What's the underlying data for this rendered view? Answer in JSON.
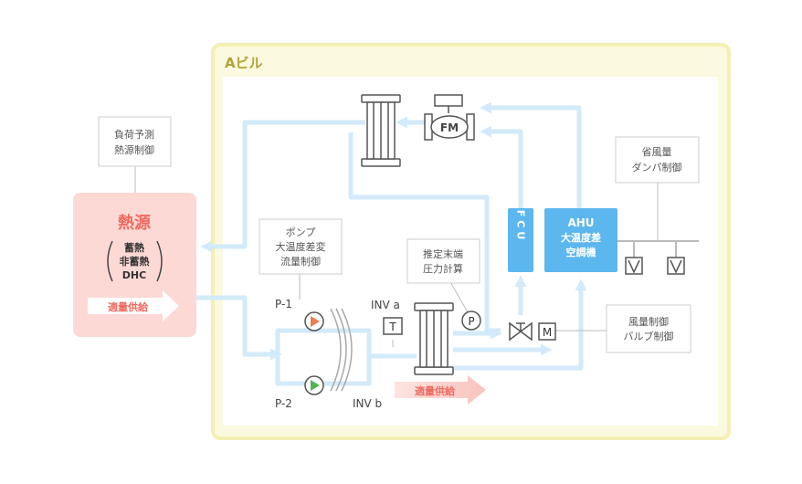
{
  "building": {
    "label": "Aビル"
  },
  "heat_source": {
    "title": "熱源",
    "lines": [
      "蓄熱",
      "非蓄熱",
      "DHC"
    ],
    "supply_label": "適量供給"
  },
  "load_forecast": {
    "lines": [
      "負荷予測",
      "熱源制御"
    ]
  },
  "pump_control": {
    "lines": [
      "ポンプ",
      "大温度差変",
      "流量制御"
    ]
  },
  "pressure_calc": {
    "lines": [
      "推定末端",
      "圧力計算"
    ]
  },
  "fan_damper": {
    "lines": [
      "省風量",
      "ダンパ制御"
    ]
  },
  "air_valve": {
    "lines": [
      "風量制御",
      "バルブ制御"
    ]
  },
  "fcu": {
    "label": "FCU"
  },
  "ahu": {
    "lines": [
      "AHU",
      "大温度差",
      "空調機"
    ]
  },
  "fm": {
    "label": "FM"
  },
  "pumps": {
    "p1": "P-1",
    "p2": "P-2"
  },
  "inverters": {
    "a": "INV a",
    "b": "INV b"
  },
  "sensors": {
    "t": "T",
    "p": "P",
    "m": "M"
  },
  "bottom_supply": {
    "label": "適量供給"
  },
  "colors": {
    "building_border": "#f4f0b4",
    "building_bg": "#fbf9df",
    "building_label": "#b3a23a",
    "pipe": "#d2eafa",
    "unit_blue": "#5db7ef",
    "heat_bg": "#fdd9d5",
    "heat_title": "#f0695f",
    "supply_arrow": "#f4a8a0",
    "pump_orange": "#ee7d55",
    "pump_green": "#55b357",
    "text": "#555555",
    "box_border": "#cccccc"
  }
}
